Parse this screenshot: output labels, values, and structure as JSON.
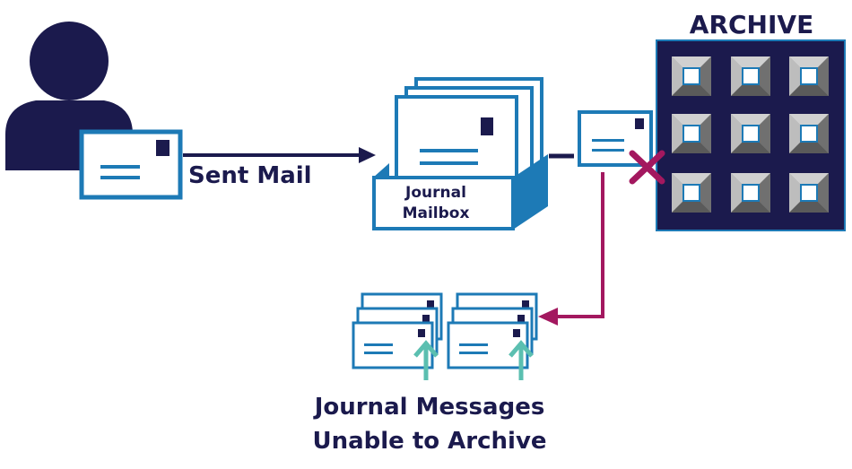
{
  "labels": {
    "archive_title": "ARCHIVE",
    "sent_mail": "Sent Mail",
    "journal_line1": "Journal",
    "journal_line2": "Mailbox",
    "failed_line1": "Journal Messages",
    "failed_line2": "Unable to Archive"
  },
  "colors": {
    "navy": "#1b1a4d",
    "blue": "#1d7ab6",
    "magenta": "#a3185f",
    "teal": "#5bbfb0",
    "archive_cell": "#9e9e9e"
  },
  "icons": {
    "user": "user-icon",
    "mail": "envelope-icon",
    "error": "x-mark-icon",
    "archive": "archive-grid-icon",
    "upload": "up-arrow-icon"
  }
}
